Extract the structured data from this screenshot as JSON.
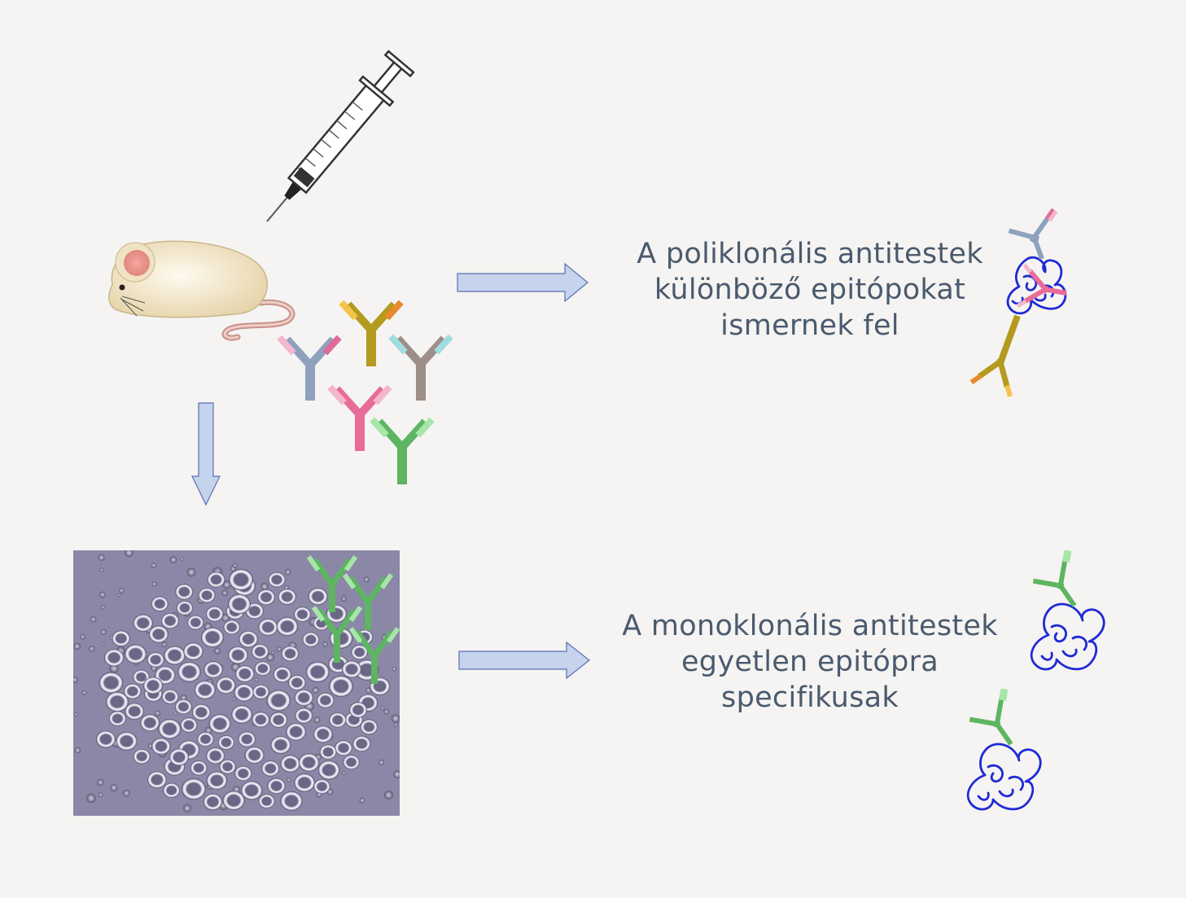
{
  "captions": {
    "polyclonal": {
      "line1": "A poliklonális antitestek",
      "line2": "különböző  epitópokat",
      "line3": "ismernek fel"
    },
    "monoclonal": {
      "line1": "A monoklonális antitestek",
      "line2": "egyetlen epitópra",
      "line3": "specifikusak"
    }
  },
  "colors": {
    "background": "#f5f4f2",
    "arrow_fill": "#c5d3ec",
    "arrow_stroke": "#5a6fb5",
    "antigen": "#1f2ad6",
    "antibody_blue": "#8ea1bd",
    "antibody_gold": "#b49a1e",
    "antibody_brown": "#9e8e88",
    "antibody_pink": "#e86c9a",
    "antibody_green": "#5db562",
    "mouse_body": "#efe2c0",
    "microscopy_bg": "#8b87a6"
  }
}
